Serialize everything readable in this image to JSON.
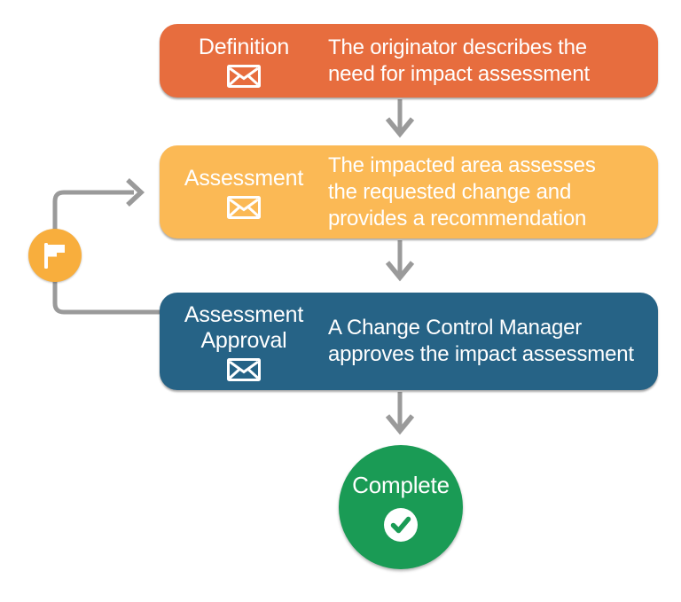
{
  "colors": {
    "background": "#ffffff",
    "connector": "#9a9a9a",
    "text": "#ffffff"
  },
  "steps": [
    {
      "title": "Definition",
      "description": "The originator describes the\nneed for impact assessment",
      "color": "#e76d3e",
      "icon": "envelope-icon"
    },
    {
      "title": "Assessment",
      "description": "The impacted area assesses\nthe requested change and\nprovides a recommendation",
      "color": "#fbb955",
      "icon": "envelope-icon"
    },
    {
      "title": "Assessment\nApproval",
      "description": "A Change Control Manager\napproves the impact assessment",
      "color": "#266386",
      "icon": "envelope-icon"
    }
  ],
  "end_node": {
    "label": "Complete",
    "color": "#1a9b55",
    "icon": "checkmark-icon"
  },
  "loop_marker": {
    "icon": "flag-icon",
    "color": "#f8ae3d"
  }
}
